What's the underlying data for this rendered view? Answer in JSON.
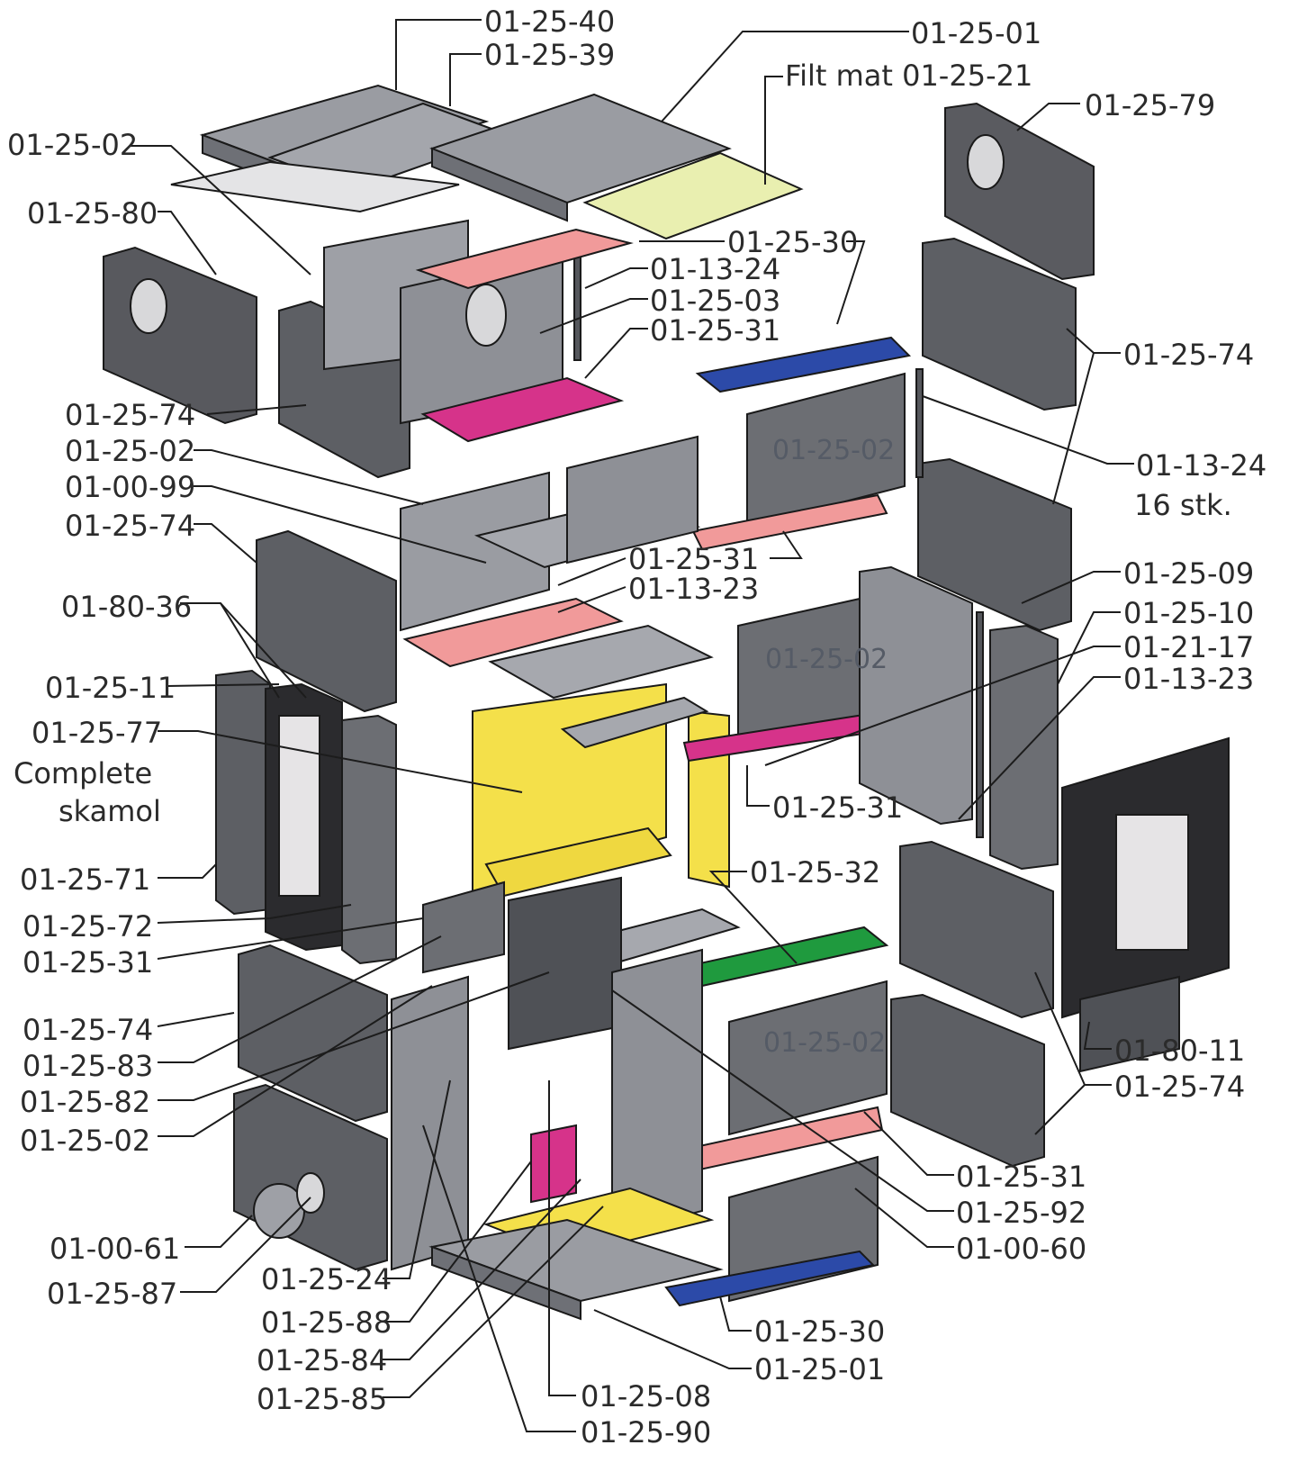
{
  "labels": {
    "top_40": "01-25-40",
    "top_39": "01-25-39",
    "top_01": "01-25-01",
    "felt": "Filt mat 01-25-21",
    "left_02_a": "01-25-02",
    "left_80": "01-25-80",
    "right_79": "01-25-79",
    "mid_30": "01-25-30",
    "mid_13_24": "01-13-24",
    "mid_03": "01-25-03",
    "mid_31": "01-25-31",
    "right_74_a": "01-25-74",
    "left_74_a": "01-25-74",
    "left_02_b": "01-25-02",
    "right_13_24": "01-13-24",
    "right_16stk": "16 stk.",
    "left_00_99": "01-00-99",
    "left_74_b": "01-25-74",
    "mid_31_b": "01-25-31",
    "mid_13_23": "01-13-23",
    "right_09": "01-25-09",
    "right_10": "01-25-10",
    "left_80_36": "01-80-36",
    "right_21_17": "01-21-17",
    "right_13_23": "01-13-23",
    "left_11": "01-25-11",
    "left_77": "01-25-77",
    "left_complete": "Complete",
    "left_skamol": "skamol",
    "mid_31_c": "01-25-31",
    "left_71": "01-25-71",
    "mid_32": "01-25-32",
    "left_72": "01-25-72",
    "left_31": "01-25-31",
    "right_80_11": "01-80-11",
    "left_74_c": "01-25-74",
    "right_74_b": "01-25-74",
    "left_83": "01-25-83",
    "left_82": "01-25-82",
    "left_02_c": "01-25-02",
    "right_31": "01-25-31",
    "right_92": "01-25-92",
    "left_00_61": "01-00-61",
    "right_00_60": "01-00-60",
    "left_87": "01-25-87",
    "bot_24": "01-25-24",
    "bot_30": "01-25-30",
    "bot_88": "01-25-88",
    "bot_01": "01-25-01",
    "bot_84": "01-25-84",
    "bot_85": "01-25-85",
    "bot_08": "01-25-08",
    "bot_90": "01-25-90",
    "inner_02_a": "01-25-02",
    "inner_02_b": "01-25-02",
    "inner_02_c": "01-25-02"
  },
  "colors": {
    "brick": "#8e9096",
    "brick_dark": "#4f5156",
    "brick_light": "#b7b9be",
    "felt": "#e9efb0",
    "red": "#f19a9a",
    "magenta": "#d6338a",
    "blue": "#2c4aa8",
    "green": "#1f9a3e",
    "yellow": "#f4e04a",
    "door": "#2b2b2e"
  }
}
